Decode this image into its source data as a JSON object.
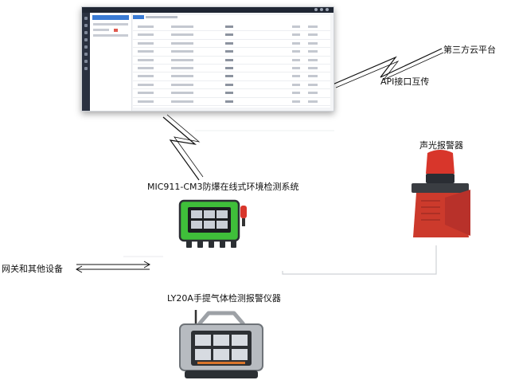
{
  "labels": {
    "third_party": "第三方云平台",
    "api": "API接口互传",
    "alarm": "声光报警器",
    "mic_system": "MIC911-CM3防爆在线式环境检测系统",
    "gateway": "网关和其他设备",
    "ly20a": "LY20A手提气体检测报警仪器"
  },
  "colors": {
    "mic_body": "#3fbf3a",
    "alarm_red": "#d8362b",
    "line": "#111111",
    "frame": "#2a2d33"
  },
  "icons": {
    "link_1": "lightning-link-icon",
    "link_2": "lightning-link-icon",
    "link_3": "bidirectional-arrow-icon"
  }
}
